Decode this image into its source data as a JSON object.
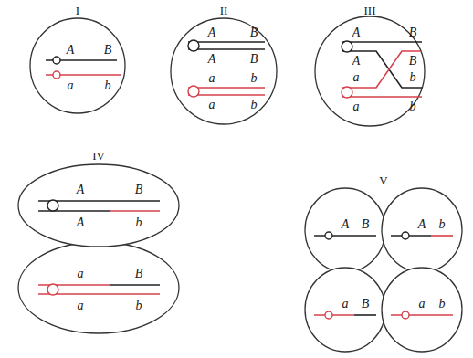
{
  "diagram": {
    "labels": [
      "I",
      "A",
      "B",
      "a",
      "b",
      "II",
      "A",
      "B",
      "A",
      "B",
      "a",
      "b",
      "a",
      "b",
      "III",
      "A",
      "B",
      "A",
      "B",
      "a",
      "b",
      "a",
      "b",
      "IV",
      "A",
      "B",
      "A",
      "b",
      "a",
      "B",
      "a",
      "b",
      "V",
      "A",
      "B",
      "A",
      "b",
      "a",
      "B",
      "a",
      "b"
    ]
  }
}
